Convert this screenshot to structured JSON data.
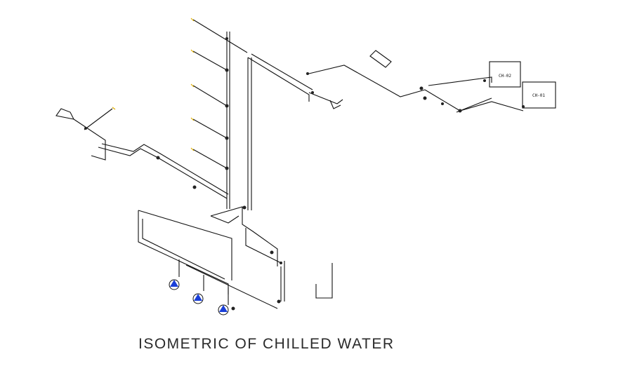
{
  "drawing": {
    "title": "ISOMETRIC OF CHILLED WATER",
    "equipment": [
      {
        "id": "chiller-02",
        "label": "CH-02"
      },
      {
        "id": "chiller-01",
        "label": "CH-01"
      }
    ],
    "colors": {
      "line": "#111111",
      "pump_fill": "#1a3fd8",
      "accent_tick": "#e0b000",
      "background": "#ffffff"
    }
  }
}
